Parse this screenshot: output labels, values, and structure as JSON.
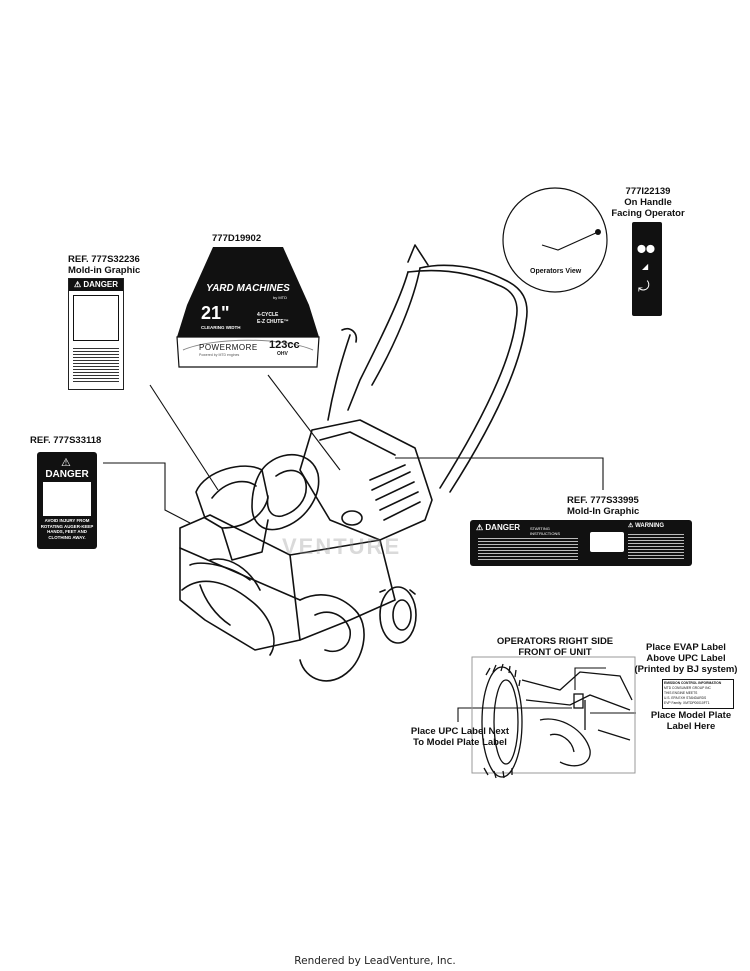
{
  "callouts": {
    "ref_777S32236": {
      "line1": "REF. 777S32236",
      "line2": "Mold-in Graphic"
    },
    "ref_777D19902": {
      "line1": "777D19902"
    },
    "ref_777I22139": {
      "line1": "777I22139",
      "line2": "On Handle",
      "line3": "Facing Operator"
    },
    "ref_777S33118": {
      "line1": "REF.  777S33118"
    },
    "ref_777S33995": {
      "line1": "REF. 777S33995",
      "line2": "Mold-In Graphic"
    },
    "operators_side": {
      "line1": "OPERATORS RIGHT SIDE",
      "line2": "FRONT OF UNIT"
    },
    "evap_label": {
      "line1": "Place EVAP Label",
      "line2": "Above UPC Label",
      "line3": "(Printed by BJ system)"
    },
    "upc_label": {
      "line1": "Place UPC Label Next",
      "line2": "To Model Plate Label"
    },
    "model_plate": {
      "line1": "Place Model Plate",
      "line2": "Label Here"
    }
  },
  "decals": {
    "yard_machines": {
      "brand": "YARD MACHINES",
      "sub": "by MTD",
      "size": "21\"",
      "clearing": "CLEARING WIDTH",
      "cycle": "4-CYCLE",
      "chute": "E-Z CHUTE™",
      "engine_brand": "POWERMORE",
      "engine_sub": "Powered by MTD engines",
      "cc": "123cc",
      "ohv": "OHV"
    },
    "danger_small": {
      "title": "DANGER"
    },
    "danger_large": {
      "title": "DANGER",
      "text": "AVOID INJURY FROM ROTATING AUGER-KEEP HANDS, FEET AND CLOTHING AWAY."
    },
    "control_panel": {
      "title": "DANGER",
      "warning": "WARNING",
      "starting": "STARTING INSTRUCTIONS"
    },
    "operators_view": {
      "caption": "Operators View"
    },
    "model_plate": {
      "l1": "EMISSION CONTROL INFORMATION",
      "l2": "MTD CONSUMER GROUP INC",
      "l3": "THIS ENGINE MEETS",
      "l4": "U.S. EPA EXH STANDARDS",
      "l5": "EVP Family: XMTDP00010FT1"
    }
  },
  "watermark": "VENTURE",
  "footer": "Rendered by LeadVenture, Inc."
}
